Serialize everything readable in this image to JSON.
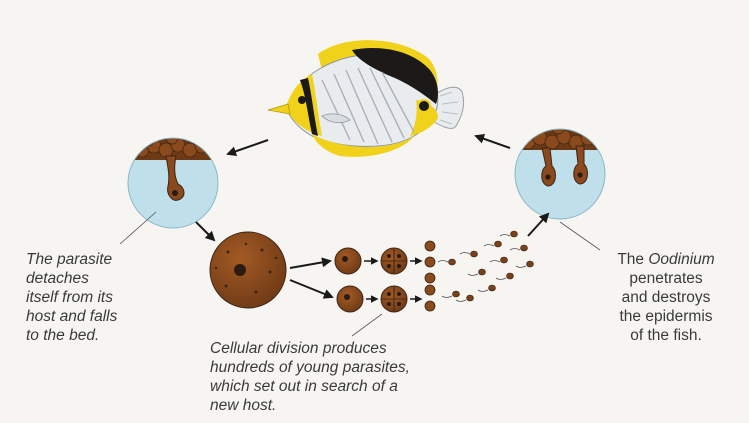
{
  "captions": {
    "detach": [
      "The parasite",
      "detaches",
      "itself from its",
      "host and falls",
      "to the bed."
    ],
    "division": [
      "Cellular division produces",
      "hundreds of young parasites,",
      "which set out in search of a",
      "new host."
    ],
    "penetrate": {
      "line1_prefix": "The ",
      "line1_emphasis": "Oodinium",
      "lines": [
        "penetrates",
        "and destroys",
        "the epidermis",
        "of the fish."
      ]
    }
  },
  "colors": {
    "background": "#f6f5f2",
    "water": "#bfe0ea",
    "parasite_brown": "#8a4a1e",
    "parasite_dark": "#3b2414",
    "fish_yellow": "#f0d21a",
    "fish_black": "#1c1a18",
    "arrow": "#1a1a1a"
  }
}
